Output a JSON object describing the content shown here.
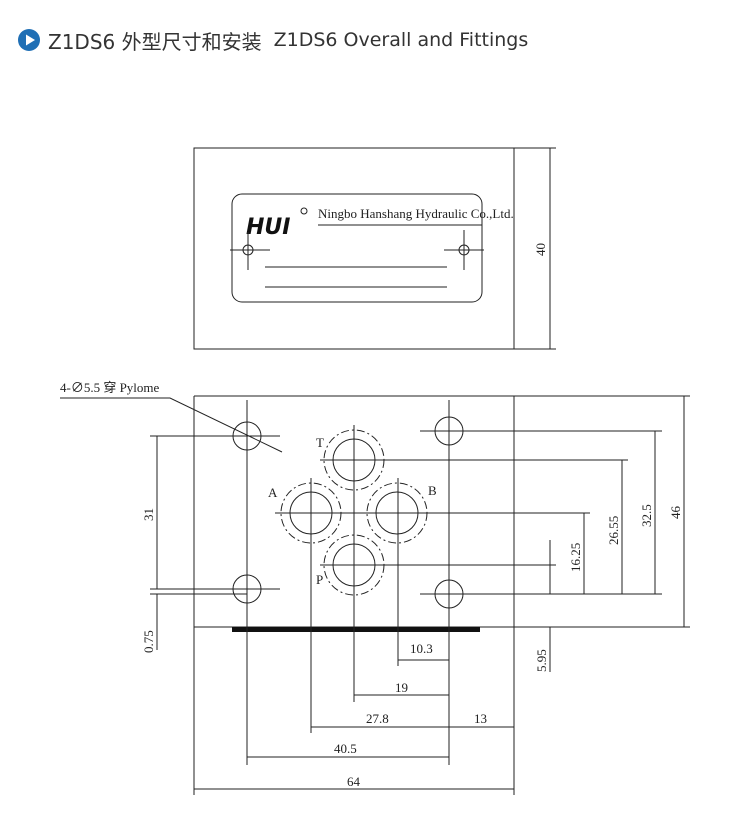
{
  "header": {
    "title_cn": "Z1DS6 外型尺寸和安装",
    "title_en": "Z1DS6 Overall and Fittings",
    "icon": "play-circle-icon",
    "accent": "#1f6fb5"
  },
  "nameplate": {
    "logo": "HUI",
    "company": "Ningbo Hanshang Hydraulic Co.,Ltd."
  },
  "top_view": {
    "height_dim": "40"
  },
  "bottom_view": {
    "hole_note": "4-∅5.5 穿 Pylome",
    "ports": {
      "t": "T",
      "a": "A",
      "b": "B",
      "p": "P"
    },
    "dims": {
      "d46": "46",
      "d32_5": "32.5",
      "d26_55": "26.55",
      "d16_25": "16.25",
      "d5_95": "5.95",
      "d31": "31",
      "d0_75": "0.75",
      "d10_3": "10.3",
      "d19": "19",
      "d27_8": "27.8",
      "d13": "13",
      "d40_5": "40.5",
      "d64": "64"
    }
  }
}
